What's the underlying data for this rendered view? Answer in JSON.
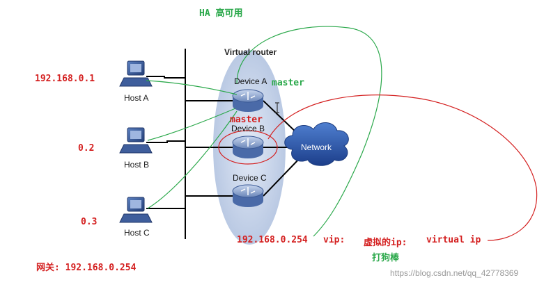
{
  "title": "HA 高可用",
  "virtual_router": "Virtual router",
  "hosts": [
    {
      "label": "Host A",
      "ip": "192.168.0.1"
    },
    {
      "label": "Host B",
      "ip": "0.2"
    },
    {
      "label": "Host C",
      "ip": "0.3"
    }
  ],
  "devices": [
    "Device A",
    "Device B",
    "Device C"
  ],
  "master_labels": [
    "master",
    "master"
  ],
  "network": "Network",
  "vip_line": {
    "ip": "192.168.0.254",
    "vip": "vip:",
    "virtual_ip_cn": "虚拟的ip:",
    "virtual_ip_en": "virtual ip"
  },
  "dagoubang": "打狗棒",
  "gateway": "网关: 192.168.0.254",
  "watermark": "https://blog.csdn.net/qq_42778369",
  "colors": {
    "red": "#d42020",
    "green": "#2aa84a",
    "ellipse": "#b9c9e3"
  }
}
